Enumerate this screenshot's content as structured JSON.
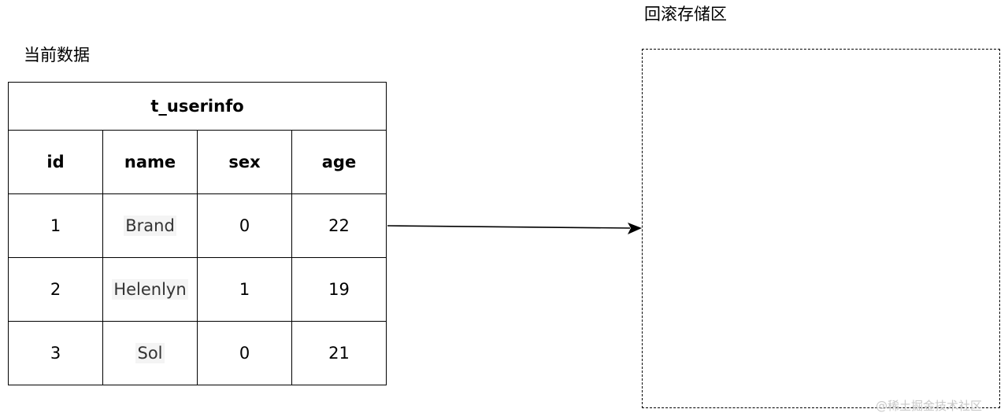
{
  "labels": {
    "current_data": "当前数据",
    "rollback_area": "回滚存储区"
  },
  "table": {
    "title": "t_userinfo",
    "columns": [
      "id",
      "name",
      "sex",
      "age"
    ],
    "rows": [
      [
        "1",
        "Brand",
        "0",
        "22"
      ],
      [
        "2",
        "Helenlyn",
        "1",
        "19"
      ],
      [
        "3",
        "Sol",
        "0",
        "21"
      ]
    ]
  },
  "watermark": "@稀土掘金技术社区"
}
